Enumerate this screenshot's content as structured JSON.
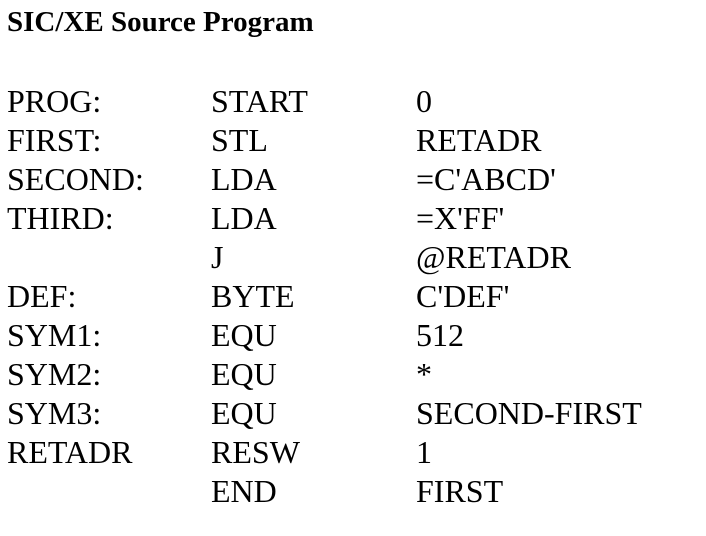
{
  "document": {
    "title": "SIC/XE Source Program",
    "lines": [
      {
        "label": "PROG:",
        "opcode": "START",
        "operand": "0"
      },
      {
        "label": "FIRST:",
        "opcode": "STL",
        "operand": "RETADR"
      },
      {
        "label": "SECOND:",
        "opcode": "LDA",
        "operand": "=C'ABCD'"
      },
      {
        "label": "THIRD:",
        "opcode": "LDA",
        "operand": "=X'FF'"
      },
      {
        "label": "",
        "opcode": "J",
        "operand": "@RETADR"
      },
      {
        "label": "DEF:",
        "opcode": "BYTE",
        "operand": "C'DEF'"
      },
      {
        "label": "SYM1:",
        "opcode": "EQU",
        "operand": "512"
      },
      {
        "label": "SYM2:",
        "opcode": "EQU",
        "operand": "*"
      },
      {
        "label": "SYM3:",
        "opcode": "EQU",
        "operand": "SECOND-FIRST"
      },
      {
        "label": "RETADR",
        "opcode": "RESW",
        "operand": "1"
      },
      {
        "label": "",
        "opcode": "END",
        "operand": "FIRST"
      }
    ]
  }
}
